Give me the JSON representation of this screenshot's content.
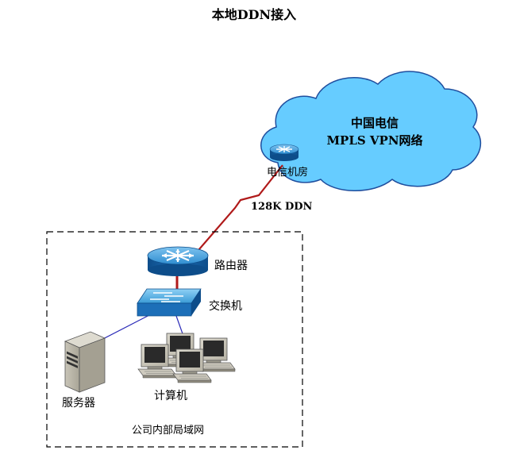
{
  "title": "本地DDN接入",
  "cloud": {
    "line1": "中国电信",
    "line2": "MPLS VPN网络"
  },
  "telecom_router_label": "电信机房",
  "link_label": "128K DDN",
  "router_label": "路由器",
  "switch_label": "交换机",
  "server_label": "服务器",
  "computers_label": "计算机",
  "lan_label": "公司内部局域网",
  "colors": {
    "cloud_fill": "#66ccff",
    "cloud_stroke": "#1f4e9e",
    "router_blue": "#1d6fb8",
    "ddn_link": "#b01a1a",
    "lan_link": "#2b2bb8"
  },
  "icons": [
    "cloud-icon",
    "router-icon",
    "switch-icon",
    "server-icon",
    "computer-icon"
  ]
}
